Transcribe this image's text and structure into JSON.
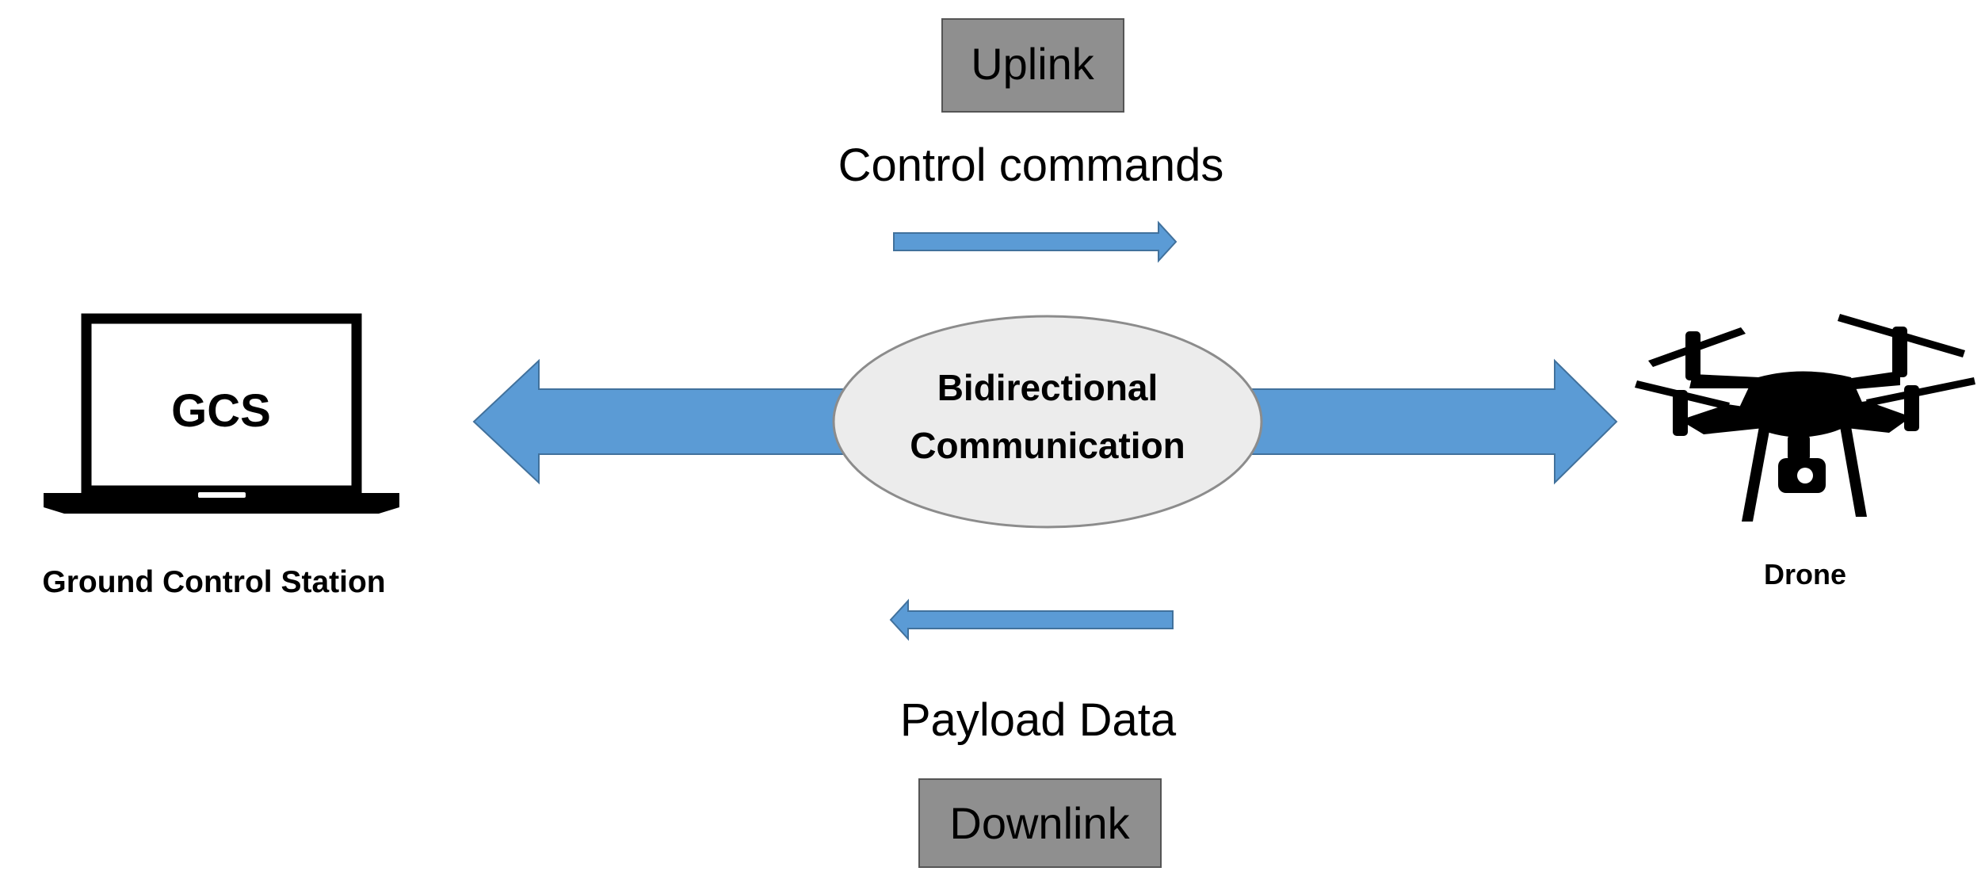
{
  "uplink": {
    "badge_label": "Uplink",
    "caption": "Control commands"
  },
  "downlink": {
    "badge_label": "Downlink",
    "caption": "Payload Data"
  },
  "center": {
    "line1": "Bidirectional",
    "line2": "Communication"
  },
  "gcs": {
    "screen_label": "GCS",
    "caption": "Ground Control Station"
  },
  "drone": {
    "caption": "Drone"
  },
  "colors": {
    "arrow_fill": "#5b9bd5",
    "arrow_stroke": "#41719c",
    "ellipse_fill": "#ececec",
    "ellipse_stroke": "#8c8c8c",
    "badge_fill": "#8f8f8f",
    "badge_stroke": "#555555",
    "icon_color": "#000000"
  }
}
